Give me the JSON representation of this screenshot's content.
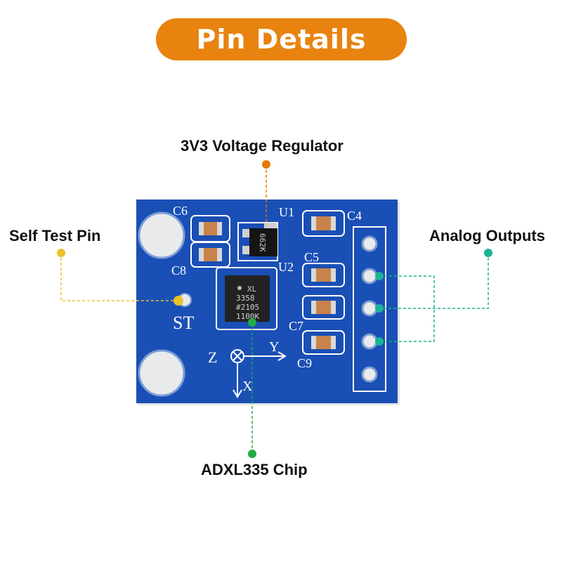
{
  "title": "Pin Details",
  "labels": {
    "regulator": "3V3 Voltage Regulator",
    "self_test": "Self Test Pin",
    "analog": "Analog Outputs",
    "chip": "ADXL335 Chip"
  },
  "board": {
    "caps": [
      "C6",
      "C8",
      "C4",
      "C5",
      "C7",
      "C9"
    ],
    "u1": "U1",
    "u2": "U2",
    "regulator_mark": "662K",
    "st": "ST",
    "axes": [
      "Z",
      "Y",
      "X"
    ],
    "chip_lines": [
      "XL",
      "3358",
      "#2105",
      "1100K"
    ]
  },
  "colors": {
    "accent": "#e8830f",
    "pcb": "#1a4fb5",
    "regulator_line": "#e07b00",
    "self_test_line": "#e8c22a",
    "analog_line": "#1ab394",
    "chip_line": "#22aa44"
  }
}
